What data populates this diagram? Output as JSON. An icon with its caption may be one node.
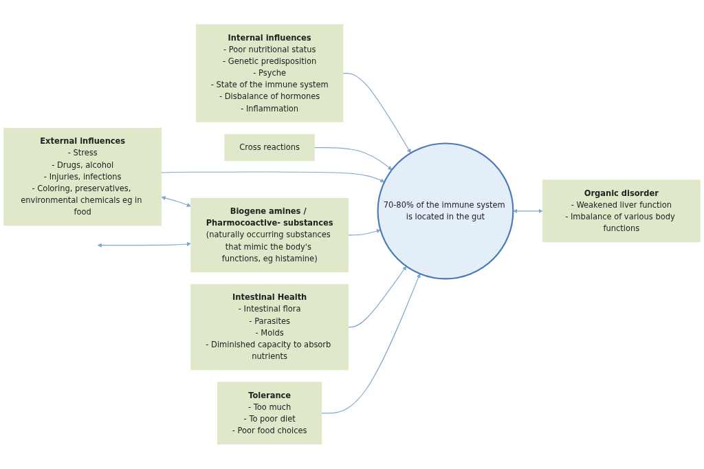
{
  "diagram": {
    "nodes": [
      {
        "text": [
          "Internal influences",
          "- Poor nutritional status",
          "- Genetic predisposition",
          "- Psyche",
          "- State of the immune system",
          "- Disbalance of hormones",
          "- Inflammation"
        ]
      },
      {
        "text": [
          "Organic disorder",
          "- Weakened liver function",
          "- Imbalance of various body functions"
        ]
      },
      {
        "text": [
          "Cross reactions"
        ]
      },
      {
        "text": [
          "70-80% of the immune system is located in the gut"
        ]
      },
      {
        "text": [
          "External influences",
          "- Stress",
          "- Drugs, alcohol",
          "- Injuries, infections",
          "- Coloring, preservatives, environmental chemicals eg in food"
        ]
      },
      {
        "text": [
          "Intestinal Health",
          "- Intestinal flora",
          "- Parasites",
          "- Molds",
          "- Diminished capacity to absorb nutrients"
        ]
      },
      {
        "text": [
          "Biogene amines / Pharmocoactive- substances",
          "(naturally occurring substances that mimic the body's functions, eg histamine)"
        ]
      },
      {
        "text": [
          "Tolerance",
          "- Too much",
          "- To poor diet",
          "- Poor food choices"
        ]
      }
    ],
    "edges": [
      {
        "from": 0,
        "to": 3,
        "arrow": "to"
      },
      {
        "from": 3,
        "to": 1,
        "arrow": "both"
      },
      {
        "from": 2,
        "to": 3,
        "arrow": "to"
      },
      {
        "from": 4,
        "to": 3,
        "arrow": "to"
      },
      {
        "from": 4,
        "to": 6,
        "arrow": "both"
      },
      {
        "from": 6,
        "to": 3,
        "arrow": "to"
      },
      {
        "from": null,
        "to": 6,
        "arrow": "both"
      },
      {
        "from": 5,
        "to": 3,
        "arrow": "to"
      },
      {
        "from": 7,
        "to": 3,
        "arrow": "to"
      }
    ]
  }
}
